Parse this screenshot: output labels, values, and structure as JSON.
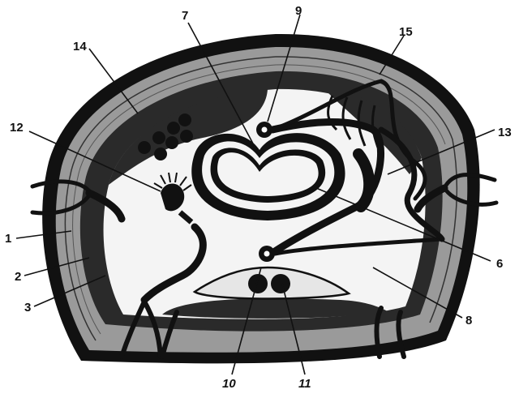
{
  "diagram": {
    "labels": [
      "1",
      "2",
      "3",
      "6",
      "7",
      "8",
      "9",
      "10",
      "11",
      "12",
      "13",
      "14",
      "15"
    ]
  },
  "colors": {
    "ink": "#111111",
    "muscle": "#2a2a2a",
    "cuticle_fill": "#9a9a9a",
    "cavity": "#f4f4f4",
    "background": "#ffffff"
  }
}
